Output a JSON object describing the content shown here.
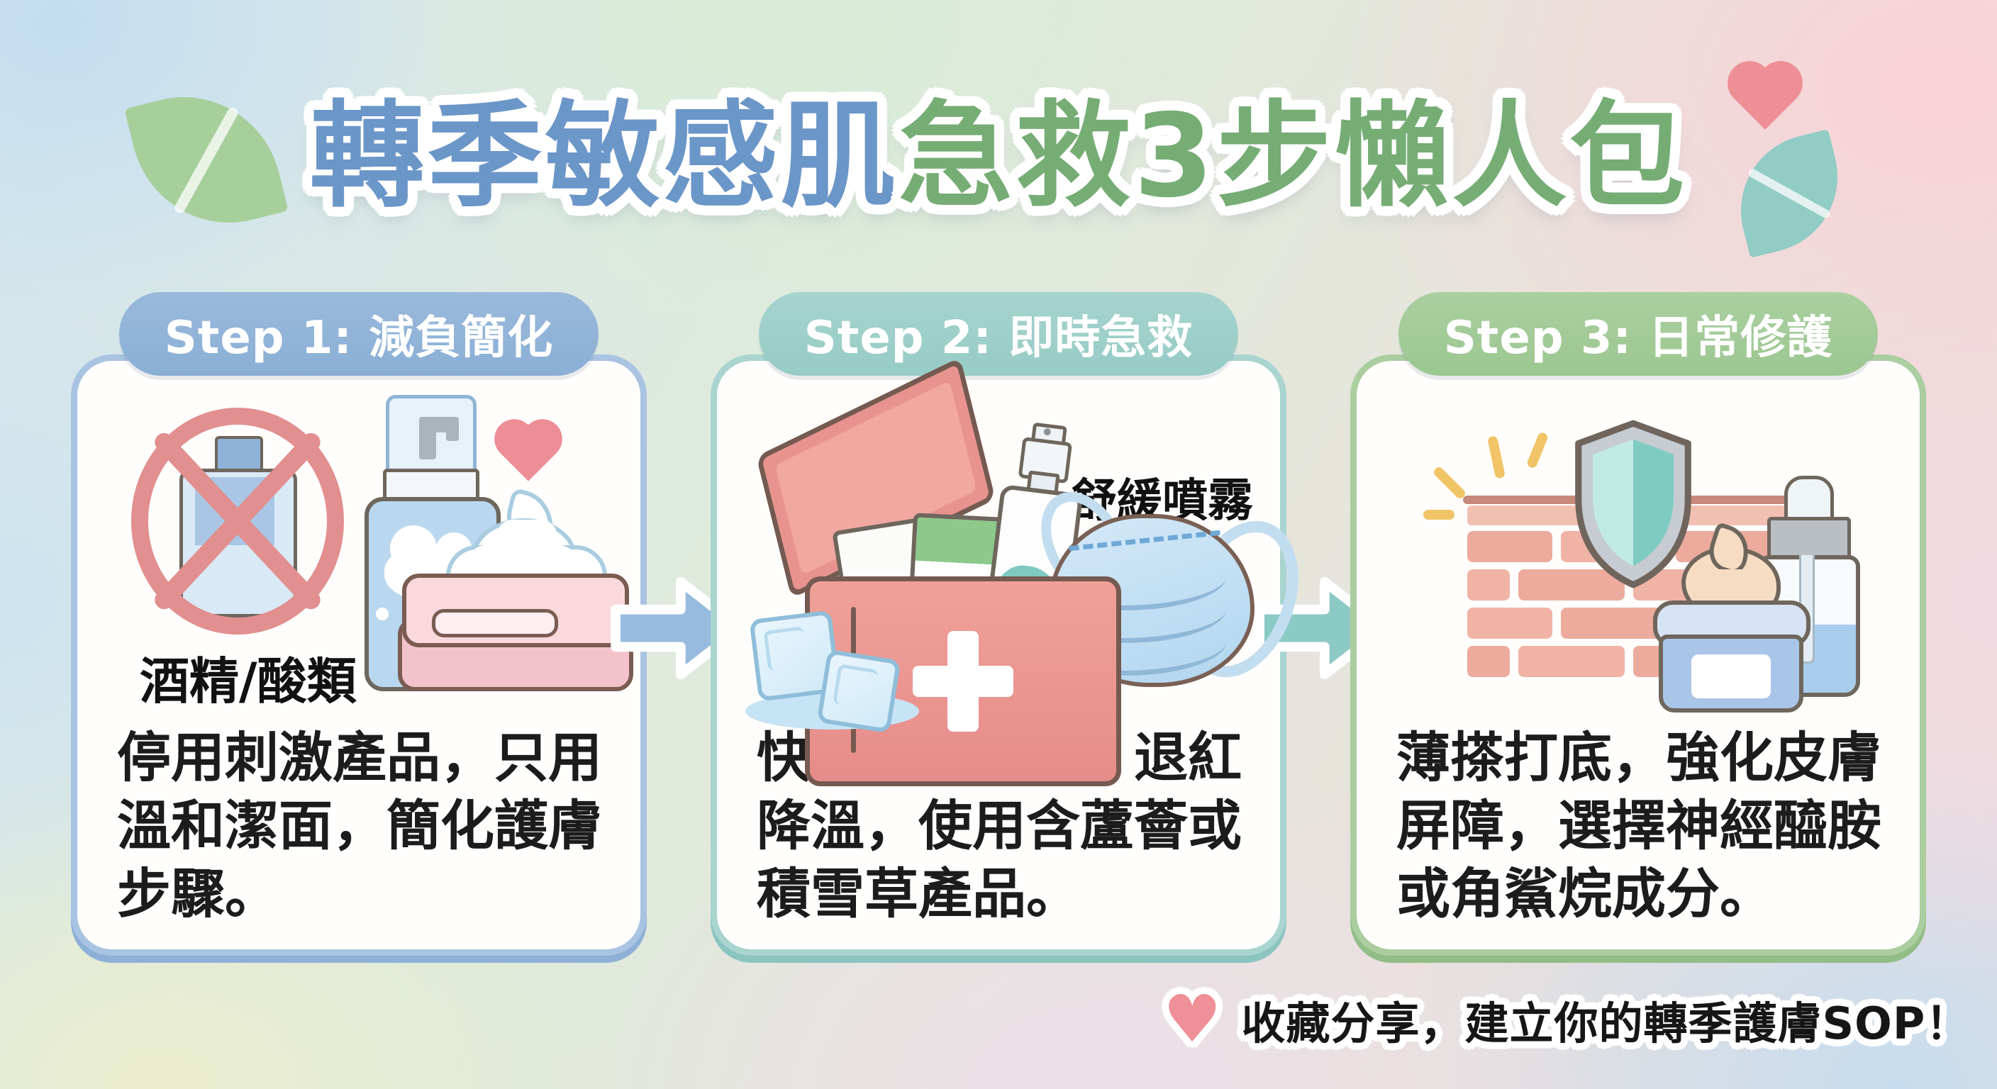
{
  "title": {
    "part_blue": "轉季敏感肌",
    "part_green": "急救3步懶人包",
    "color_blue": "#6b96c8",
    "color_green": "#76ad75"
  },
  "decorations": {
    "left_leaf_color": "#a7cf9c",
    "right_leaf_color": "#91ccc5",
    "heart_color": "#ee8f96",
    "footer_heart": "♥"
  },
  "steps": [
    {
      "header": "Step 1: 減負簡化",
      "accent": "#8aafd5",
      "icon_caption": "酒精/酸類",
      "description": "停用刺激產品，只用溫和潔面，簡化護膚步驟。",
      "icons": [
        "no-alcohol-bottle-icon",
        "pump-cleanser-icon",
        "heart-icon",
        "foam-icon",
        "towel-icon"
      ]
    },
    {
      "header": "Step 2: 即時急救",
      "accent": "#97cbc5",
      "icon_caption": "舒緩噴霧",
      "description": "快速舒緩止痕，退紅降溫，使用含蘆薈或積雪草產品。",
      "icons": [
        "first-aid-kit-icon",
        "soothing-spray-icon",
        "ice-cubes-icon",
        "face-mask-icon"
      ]
    },
    {
      "header": "Step 3: 日常修護",
      "accent": "#9cc791",
      "description": "薄搽打底，強化皮膚屏障，選擇神經醯胺或角鯊烷成分。",
      "icons": [
        "sparkles-icon",
        "brick-wall-icon",
        "shield-icon",
        "cream-jar-icon",
        "dropper-bottle-icon"
      ]
    }
  ],
  "arrows": [
    {
      "color": "#97bbde"
    },
    {
      "color": "#8ccac5"
    }
  ],
  "footer": {
    "text": "收藏分享，建立你的轉季護膚SOP！"
  }
}
